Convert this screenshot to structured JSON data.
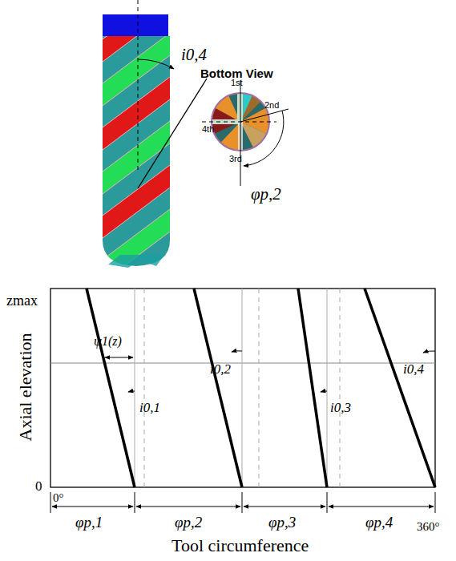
{
  "diagram": {
    "labels": [
      "Bottom View",
      "1st",
      "2nd",
      "3rd",
      "4th",
      "i0,4",
      "φp,2",
      "zmax",
      "Axial elevation",
      "0",
      "ψ1(z)",
      "i0,1",
      "i0,2",
      "i0,3",
      "i0,4",
      "0°",
      "φp,1",
      "φp,2",
      "φp,3",
      "φp,4",
      "360°",
      "Tool circumference"
    ]
  }
}
